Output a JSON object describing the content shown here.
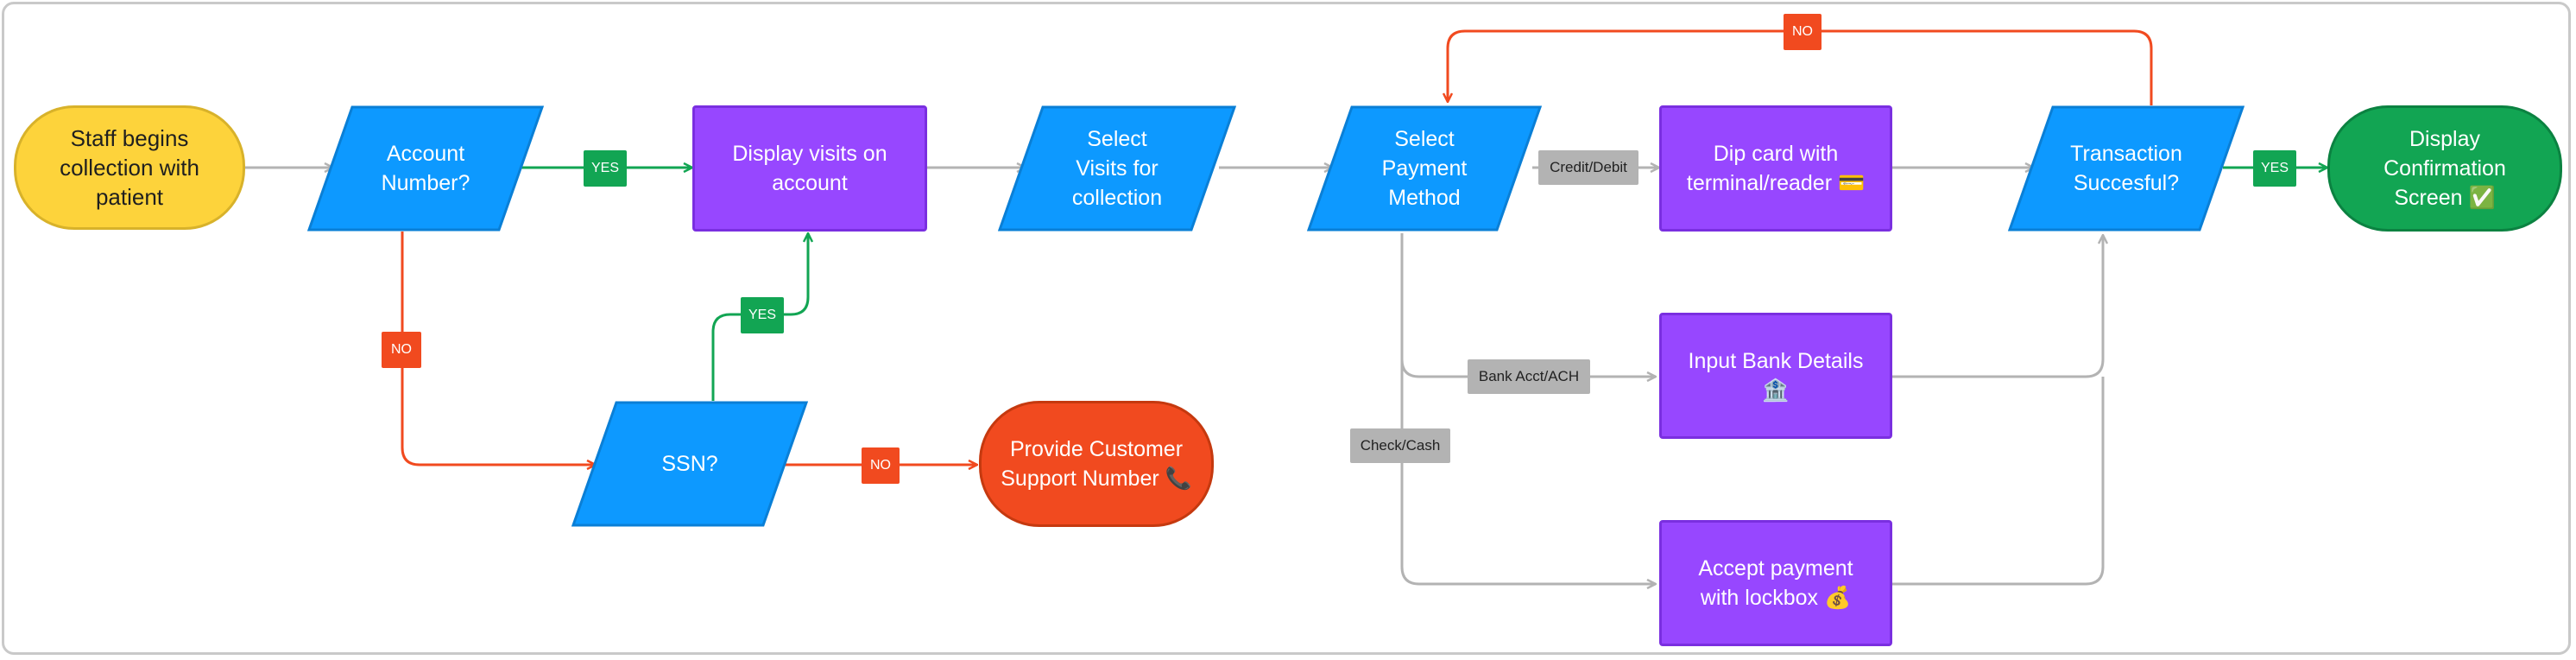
{
  "nodes": {
    "start": "Staff begins\ncollection with\npatient",
    "account_number": "Account\nNumber?",
    "display_visits": "Display visits on\naccount",
    "select_visits": "Select\nVisits for\ncollection",
    "select_payment": "Select\nPayment\nMethod",
    "dip_card": "Dip card with\nterminal/reader 💳",
    "transaction": "Transaction\nSuccesful?",
    "confirmation": "Display\nConfirmation\nScreen ✅",
    "ssn": "SSN?",
    "support": "Provide Customer\nSupport Number 📞",
    "bank_details": "Input Bank Details\n🏦",
    "lockbox": "Accept payment\nwith lockbox 💰"
  },
  "labels": {
    "yes_account": "YES",
    "no_account": "NO",
    "yes_ssn": "YES",
    "no_ssn": "NO",
    "no_transaction": "NO",
    "yes_transaction": "YES",
    "credit_debit": "Credit/Debit",
    "bank_ach": "Bank Acct/ACH",
    "check_cash": "Check/Cash"
  },
  "colors": {
    "start": "#fdd33b",
    "decision": "#0d99ff",
    "process": "#9747ff",
    "end_red": "#f14a1f",
    "end_green": "#12a553",
    "edge_gray": "#b3b3b3",
    "edge_green": "#12a553",
    "edge_red": "#f14a1f"
  }
}
